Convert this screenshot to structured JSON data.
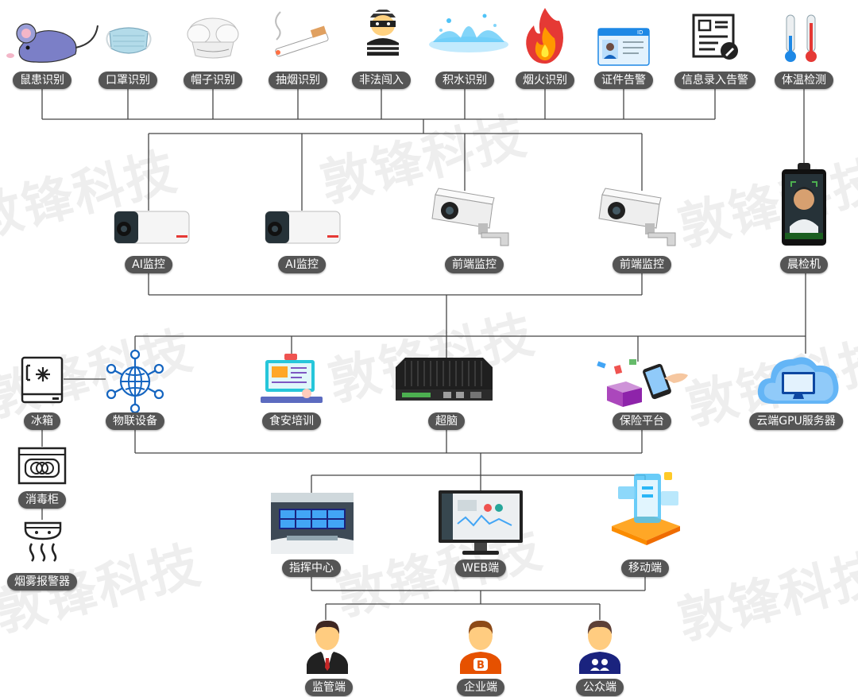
{
  "watermark": {
    "text": "敦锋科技"
  },
  "labels": {
    "mouse": "鼠患识别",
    "mask": "口罩识别",
    "hat": "帽子识别",
    "smoke": "抽烟识别",
    "intrude": "非法闯入",
    "water": "积水识别",
    "fire": "烟火识别",
    "id_alarm": "证件告警",
    "info_alarm": "信息录入告警",
    "temp": "体温检测",
    "ai_cam_1": "AI监控",
    "ai_cam_2": "AI监控",
    "front_cam_1": "前端监控",
    "front_cam_2": "前端监控",
    "morning_check": "晨检机",
    "fridge": "冰箱",
    "iot": "物联设备",
    "training": "食安培训",
    "brain": "超脑",
    "insurance": "保险平台",
    "cloud_gpu": "云端GPU服务器",
    "sterilizer": "消毒柜",
    "smoke_alarm": "烟雾报警器",
    "command": "指挥中心",
    "web": "WEB端",
    "mobile": "移动端",
    "regulator": "监管端",
    "enterprise": "企业端",
    "public": "公众端"
  },
  "colors": {
    "label_bg": "#555555",
    "line": "#444444",
    "iot_blue": "#1565c0",
    "fire_orange": "#ff6f00",
    "enterprise_orange": "#e65100",
    "cloud_blue": "#1e88e5"
  },
  "icons": [
    "mouse-icon",
    "mask-icon",
    "chef-hat-icon",
    "cigarette-icon",
    "thief-icon",
    "water-splash-icon",
    "fire-icon",
    "id-card-icon",
    "form-edit-icon",
    "thermometer-icon",
    "bullet-camera-icon",
    "box-camera-icon",
    "face-terminal-icon",
    "fridge-icon",
    "iot-network-icon",
    "training-icon",
    "nvr-box-icon",
    "insurance-icon",
    "cloud-server-icon",
    "sterilizer-icon",
    "smoke-detector-icon",
    "control-room-icon",
    "monitor-icon",
    "mobile-ui-icon",
    "regulator-avatar-icon",
    "enterprise-avatar-icon",
    "public-avatar-icon"
  ]
}
